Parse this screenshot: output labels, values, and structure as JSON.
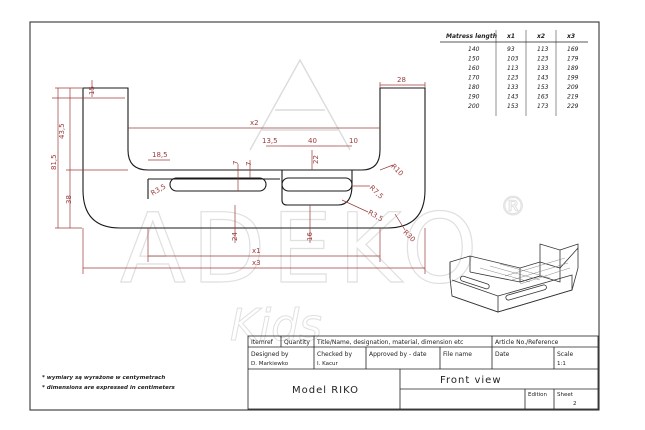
{
  "table": {
    "headers": [
      "Matress length",
      "x1",
      "x2",
      "x3"
    ],
    "rows": [
      [
        "140",
        "93",
        "113",
        "169"
      ],
      [
        "150",
        "103",
        "123",
        "179"
      ],
      [
        "160",
        "113",
        "133",
        "189"
      ],
      [
        "170",
        "123",
        "143",
        "199"
      ],
      [
        "180",
        "133",
        "153",
        "209"
      ],
      [
        "190",
        "143",
        "163",
        "219"
      ],
      [
        "200",
        "153",
        "173",
        "229"
      ]
    ]
  },
  "dims": {
    "d15": "15",
    "d28": "28",
    "d43_5": "43,5",
    "d81_5": "81,5",
    "d38": "38",
    "x2": "x2",
    "d18_5": "18,5",
    "d7a": "7",
    "d7b": "7",
    "d13_5": "13,5",
    "d40": "40",
    "d10": "10",
    "d22": "22",
    "r10": "R10",
    "r7_5": "R7,5",
    "r3_5a": "R3,5",
    "r3_5b": "R3,5",
    "r30": "R30",
    "d24": "24",
    "d16": "16",
    "x1": "x1",
    "x3": "x3"
  },
  "notes": {
    "pl": "* wymiary są wyrażone w centymetrach",
    "en": "* dimensions are expressed in centimeters"
  },
  "title_block": {
    "item_ref": "Itemref",
    "quantity": "Quantity",
    "title_desc": "Title/Name, designation, material, dimension etc",
    "article": "Article No./Reference",
    "designed_by_label": "Designed by",
    "designed_by": "D. Markiewko",
    "checked_by_label": "Checked by",
    "checked_by": "I. Kacur",
    "approved_label": "Approved by - date",
    "file_label": "File name",
    "date_label": "Date",
    "scale_label": "Scale",
    "scale": "1:1",
    "model": "Model RIKO",
    "view": "Front view",
    "edition_label": "Edition",
    "sheet_label": "Sheet",
    "sheet": "2"
  },
  "watermark": {
    "brand": "ADEKO",
    "script": "Kids",
    "reg": "®"
  },
  "colors": {
    "line": "#1a1a1a",
    "dimension": "#9b3b3b",
    "watermark": "#d9d9d9"
  }
}
